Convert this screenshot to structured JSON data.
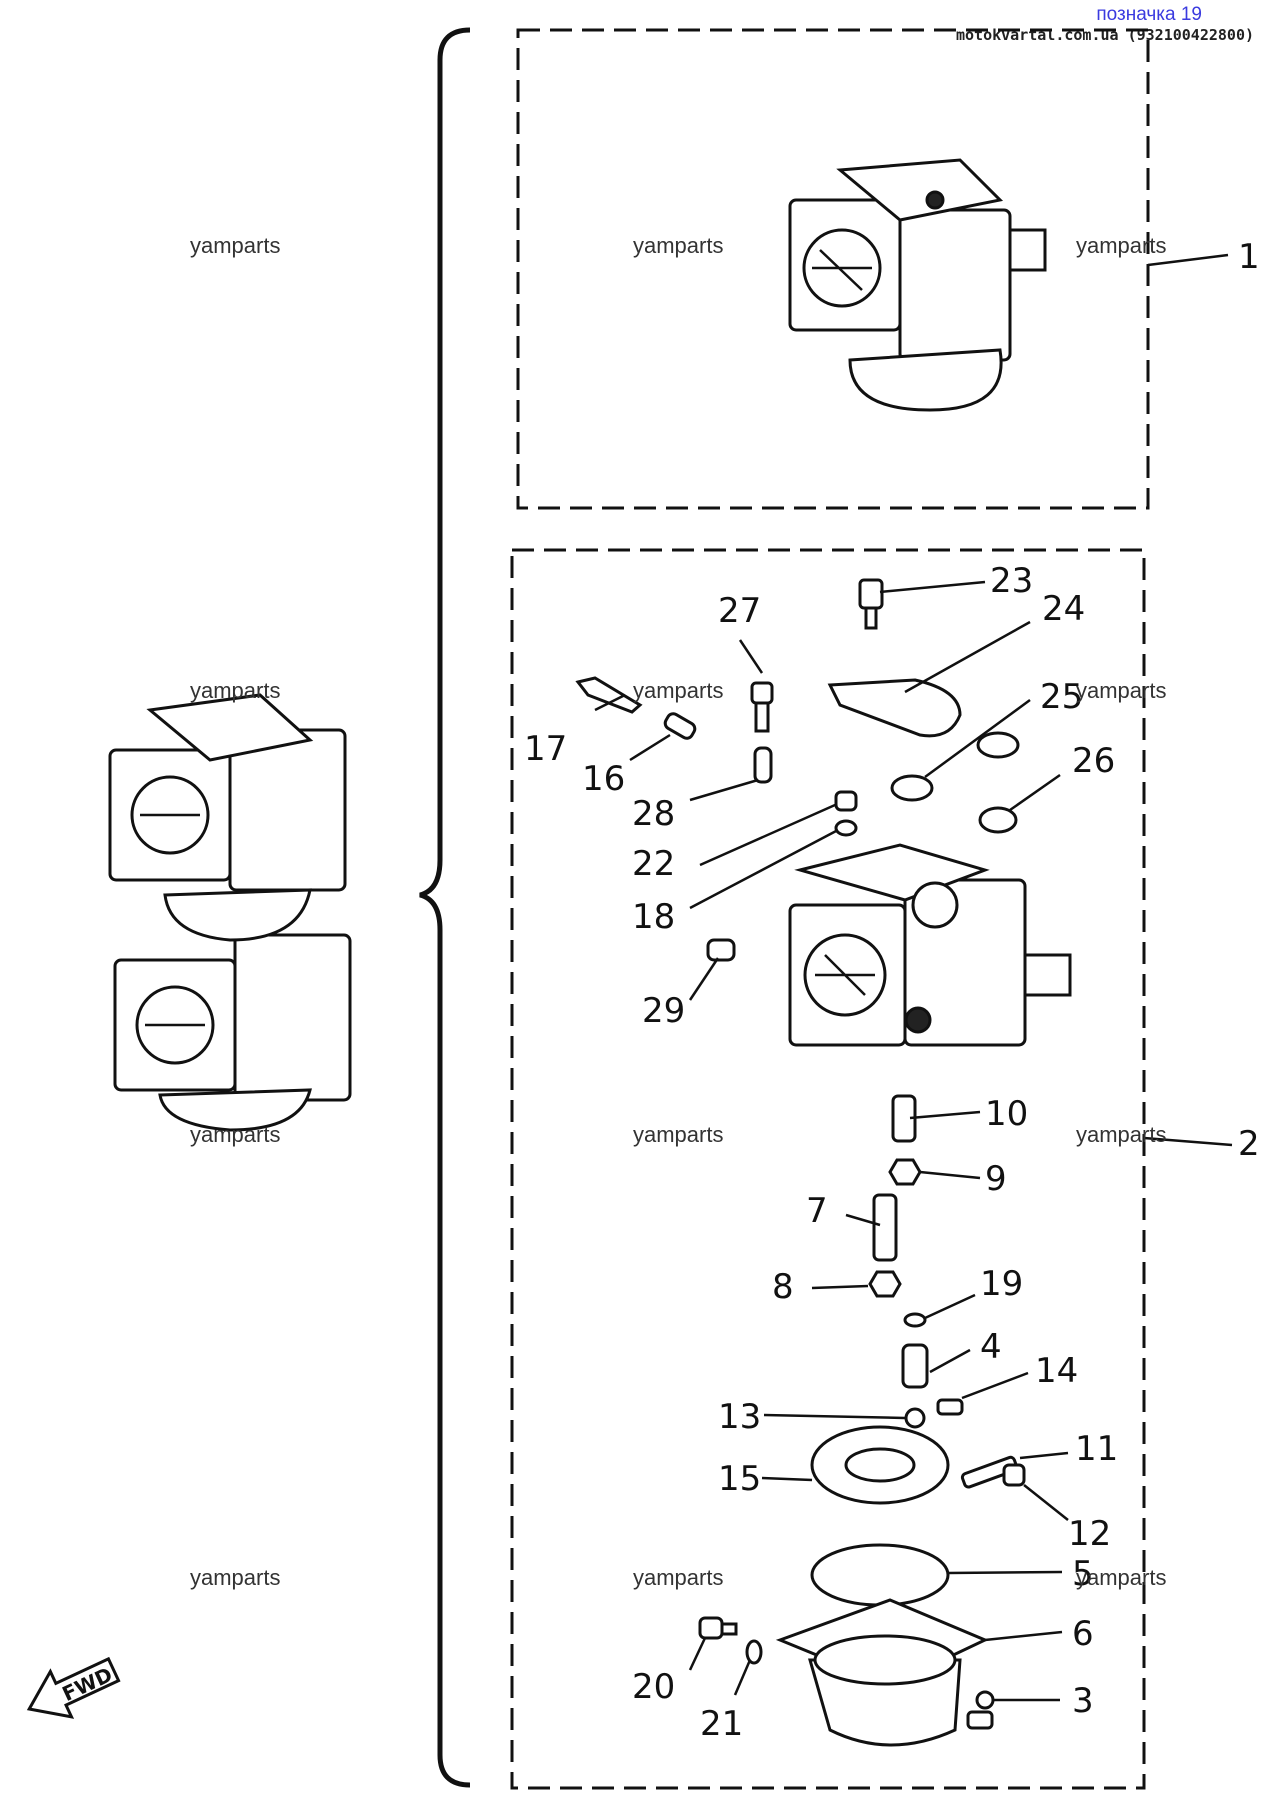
{
  "header": {
    "title": "позначка 19",
    "source": "motokvartal.com.ua (932100422800)"
  },
  "watermark": "yamparts",
  "fwd_label": "FWD",
  "parts": [
    "1",
    "2",
    "3",
    "4",
    "5",
    "6",
    "7",
    "8",
    "9",
    "10",
    "11",
    "12",
    "13",
    "14",
    "15",
    "16",
    "17",
    "18",
    "19",
    "20",
    "21",
    "22",
    "23",
    "24",
    "25",
    "26",
    "27",
    "28",
    "29"
  ]
}
